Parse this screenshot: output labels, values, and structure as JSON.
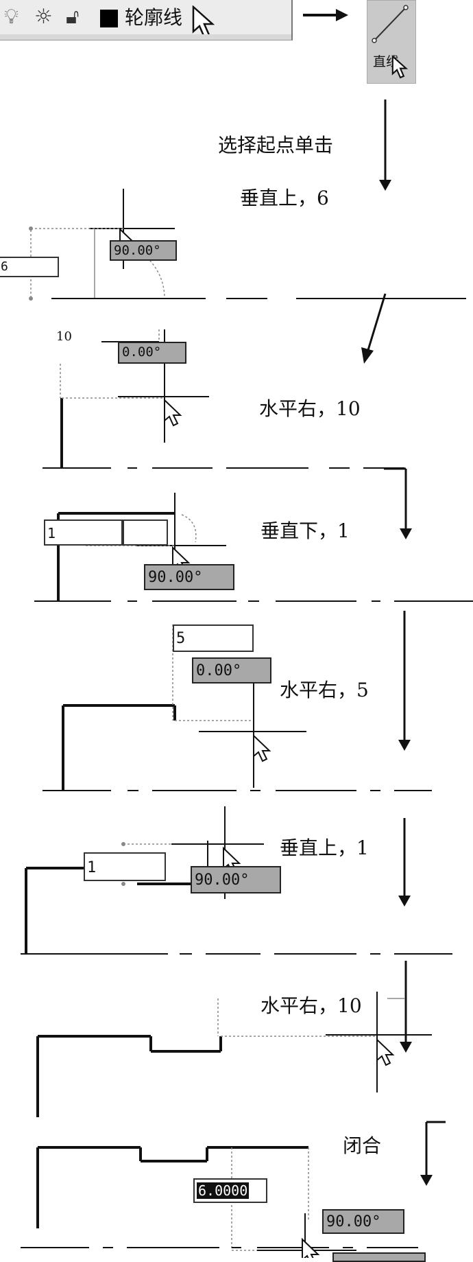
{
  "toolbar": {
    "layer_name": "轮廓线",
    "tool_label": "直线",
    "icons": [
      "lightbulb-icon",
      "sun-icon",
      "unlock-icon",
      "color-swatch-icon",
      "cursor-icon",
      "line-tool-icon"
    ]
  },
  "steps": [
    {
      "id": "start",
      "label": "选择起点单击"
    },
    {
      "id": "s1",
      "label": "垂直上，6",
      "input": "6",
      "angle": "90.00°"
    },
    {
      "id": "s2",
      "label": "水平右，10",
      "input": "10",
      "angle": "0.00°"
    },
    {
      "id": "s3",
      "label": "垂直下，1",
      "input": "1",
      "angle": "90.00°"
    },
    {
      "id": "s4",
      "label": "水平右，5",
      "input": "5",
      "angle": "0.00°"
    },
    {
      "id": "s5",
      "label": "垂直上，1",
      "input": "1",
      "angle": "90.00°"
    },
    {
      "id": "s6",
      "label": "水平右，10"
    },
    {
      "id": "s7",
      "label": "闭合",
      "input": "6.0000",
      "angle": "90.00°"
    }
  ]
}
